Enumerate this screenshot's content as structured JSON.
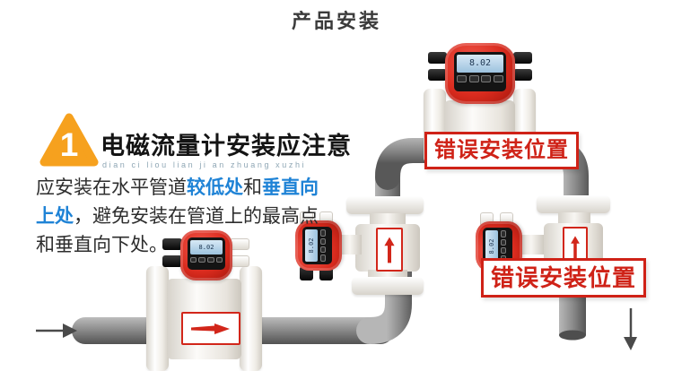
{
  "title": "产品安装",
  "note": {
    "badge_number": "1",
    "heading": "电磁流量计安装应注意",
    "pinyin": "dian ci liou lian ji an zhuang xuzhi",
    "body_seg1": "应安装在水平管道",
    "body_seg2": "较低处",
    "body_seg3": "和",
    "body_seg4": "垂直向上处",
    "body_seg5": "，避免安装在管道上的最高点和垂直向下处。"
  },
  "diagram": {
    "wrong_label_top": "错误安装位置",
    "wrong_label_right": "错误安装位置",
    "meter_display_value": "8.02"
  },
  "colors": {
    "meter_red": "#d92b1e",
    "label_red": "#cf2217",
    "highlight_blue": "#1f83d6",
    "badge_orange": "#f6a11e",
    "pipe_gray": "#8a8a8a"
  }
}
